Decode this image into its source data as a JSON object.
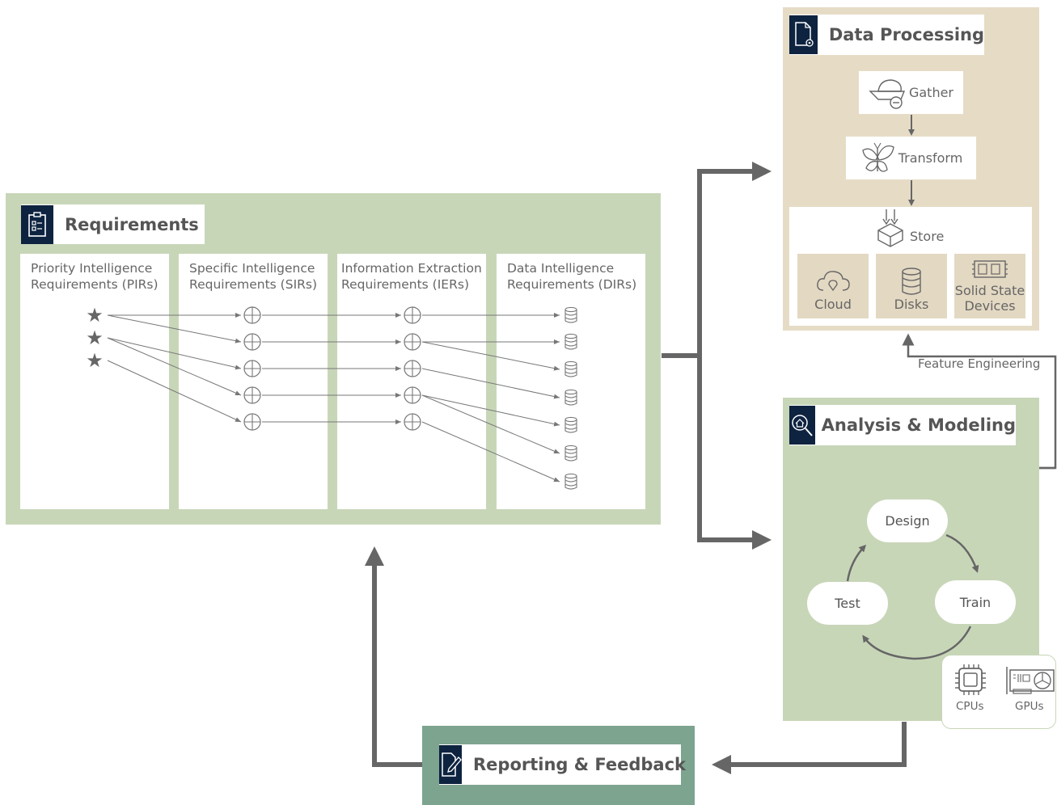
{
  "requirements": {
    "title": "Requirements",
    "columns": [
      {
        "line1": "Priority Intelligence",
        "line2": "Requirements (PIRs)"
      },
      {
        "line1": "Specific Intelligence",
        "line2": "Requirements (SIRs)"
      },
      {
        "line1": "Information Extraction",
        "line2": "Requirements (IERs)"
      },
      {
        "line1": "Data Intelligence",
        "line2": "Requirements (DIRs)"
      }
    ]
  },
  "data_processing": {
    "title": "Data Processing",
    "gather": "Gather",
    "transform": "Transform",
    "store": "Store",
    "storage": [
      "Cloud",
      "Disks",
      "Solid State",
      "Devices"
    ]
  },
  "feature_engineering": "Feature Engineering",
  "analysis": {
    "title": "Analysis & Modeling",
    "cycle": [
      "Design",
      "Train",
      "Test"
    ],
    "hardware": [
      "CPUs",
      "GPUs"
    ]
  },
  "reporting": {
    "title": "Reporting & Feedback"
  },
  "colors": {
    "panel_green": "#c8d6b8",
    "panel_tan": "#e6dcc6",
    "panel_report": "#7da48f",
    "icon_navy": "#0d2340",
    "arrow": "#666666"
  }
}
